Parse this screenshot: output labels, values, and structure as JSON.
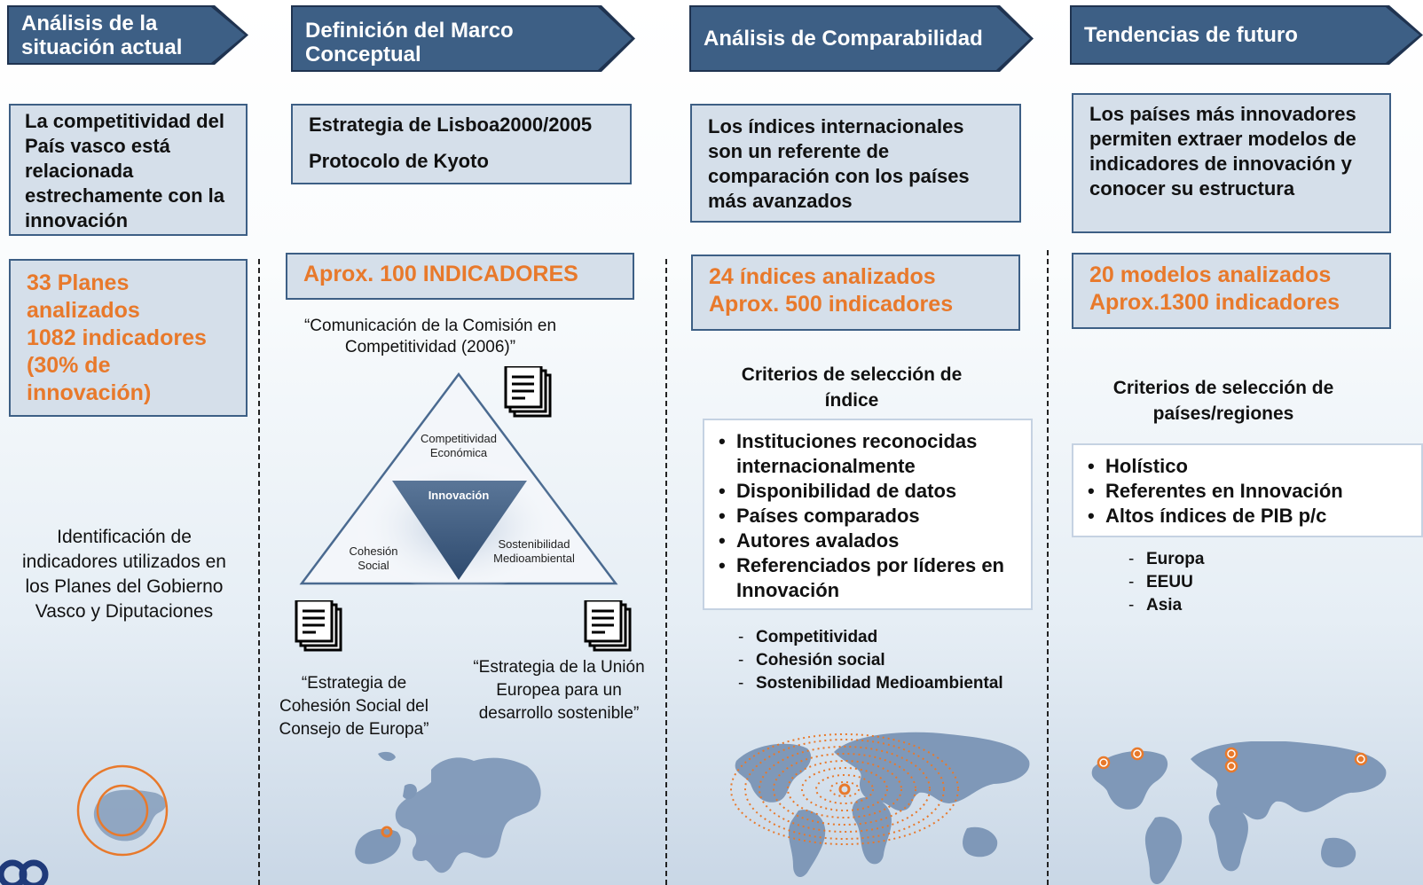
{
  "columns": [
    {
      "header": "Análisis de la situación actual",
      "box_text": "La competitividad del País vasco está relacionada estrechamente con la innovación",
      "stats": [
        "33 Planes analizados",
        "1082 indicadores (30% de innovación)"
      ],
      "description": "Identificación de indicadores utilizados en los Planes del Gobierno Vasco y Diputaciones"
    },
    {
      "header": "Definición del Marco Conceptual",
      "box_lines": [
        "Estrategia de Lisboa2000/2005",
        "Protocolo de Kyoto"
      ],
      "stats": "Aprox. 100 INDICADORES",
      "quote_top": "“Comunicación de la Comisión en Competitividad (2006)”",
      "triangle": {
        "top": "Competitividad Económica",
        "center": "Innovación",
        "left": "Cohesión Social",
        "right": "Sostenibilidad Medioambiental"
      },
      "quote_left": "“Estrategia de Cohesión Social del Consejo de Europa”",
      "quote_right": "“Estrategia de la Unión Europea para un desarrollo sostenible”"
    },
    {
      "header": "Análisis de Comparabilidad",
      "box_text": "Los índices internacionales son un referente de comparación con los países más avanzados",
      "stats": [
        "24 índices analizados",
        "Aprox. 500 indicadores"
      ],
      "criteria_title": "Criterios de selección de índice",
      "criteria": [
        "Instituciones reconocidas internacionalmente",
        "Disponibilidad de datos",
        "Países comparados",
        "Autores avalados",
        "Referenciados por líderes en Innovación"
      ],
      "sub_items": [
        "Competitividad",
        "Cohesión social",
        "Sostenibilidad Medioambiental"
      ]
    },
    {
      "header": "Tendencias de futuro",
      "box_text": "Los países más innovadores permiten extraer modelos de indicadores de innovación y conocer su estructura",
      "stats": [
        "20 modelos analizados",
        "Aprox.1300 indicadores"
      ],
      "criteria_title": "Criterios de selección de países/regiones",
      "criteria": [
        "Holístico",
        "Referentes en Innovación",
        "Altos índices de PIB p/c"
      ],
      "sub_items": [
        "Europa",
        "EEUU",
        "Asia"
      ]
    }
  ],
  "colors": {
    "header_bg": "#3d5f85",
    "box_bg": "#d5dfea",
    "accent": "#e8792b",
    "map": "#7f98b8"
  },
  "icons": [
    "document-stack-icon",
    "world-map-icon",
    "target-circle-icon",
    "location-marker-icon",
    "logo-icon"
  ]
}
